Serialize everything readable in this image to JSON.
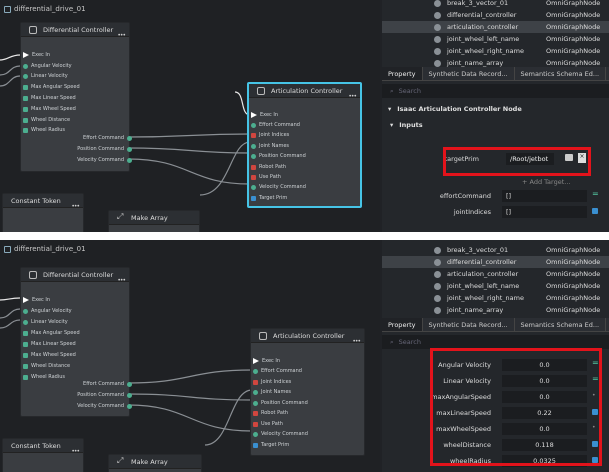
{
  "graph_title": "differential_drive_01",
  "diff_controller": {
    "title": "Differential Controller",
    "menu": "•••",
    "inputs": [
      "Exec In",
      "Angular Velocity",
      "Linear Velocity",
      "Max Angular Speed",
      "Max Linear Speed",
      "Max Wheel Speed",
      "Wheel Distance",
      "Wheel Radius"
    ],
    "outputs": [
      "Effort Command",
      "Position Command",
      "Velocity Command"
    ]
  },
  "art_controller": {
    "title": "Articulation Controller",
    "menu": "•••",
    "inputs": [
      "Exec In",
      "Effort Command",
      "Joint Indices",
      "Joint Names",
      "Position Command",
      "Robot Path",
      "Use Path",
      "Velocity Command",
      "Target Prim"
    ]
  },
  "constant_token": {
    "title": "Constant Token",
    "menu": "•••"
  },
  "make_array": {
    "title": "Make Array"
  },
  "stage_items_top": [
    {
      "name": "break_3_vector_01",
      "type": "OmniGraphNode"
    },
    {
      "name": "differential_controller",
      "type": "OmniGraphNode"
    },
    {
      "name": "articulation_controller",
      "type": "OmniGraphNode"
    },
    {
      "name": "joint_wheel_left_name",
      "type": "OmniGraphNode"
    },
    {
      "name": "joint_wheel_right_name",
      "type": "OmniGraphNode"
    },
    {
      "name": "joint_name_array",
      "type": "OmniGraphNode"
    }
  ],
  "stage_items_bottom": [
    {
      "name": "break_3_vector_01",
      "type": "OmniGraphNode"
    },
    {
      "name": "differential_controller",
      "type": "OmniGraphNode"
    },
    {
      "name": "articulation_controller",
      "type": "OmniGraphNode"
    },
    {
      "name": "joint_wheel_left_name",
      "type": "OmniGraphNode"
    },
    {
      "name": "joint_wheel_right_name",
      "type": "OmniGraphNode"
    },
    {
      "name": "joint_name_array",
      "type": "OmniGraphNode"
    }
  ],
  "tabs": [
    "Property",
    "Synthetic Data Record...",
    "Semantics Schema Ed..."
  ],
  "search_placeholder": "Search",
  "section_node": "Isaac Articulation Controller Node",
  "section_inputs": "Inputs",
  "target_prim": {
    "label": "targetPrim",
    "value": "/Root/jetbot",
    "add": "+ Add Target..."
  },
  "effort_command": {
    "label": "effortCommand",
    "value": "[]"
  },
  "joint_indices": {
    "label": "jointIndices",
    "value": "[]"
  },
  "diff_props": [
    {
      "label": "Angular Velocity",
      "value": "0.0",
      "mark": "eq"
    },
    {
      "label": "Linear Velocity",
      "value": "0.0",
      "mark": "eq"
    },
    {
      "label": "maxAngularSpeed",
      "value": "0.0",
      "mark": "x"
    },
    {
      "label": "maxLinearSpeed",
      "value": "0.22",
      "mark": "dot"
    },
    {
      "label": "maxWheelSpeed",
      "value": "0.0",
      "mark": "x"
    },
    {
      "label": "wheelDistance",
      "value": "0.118",
      "mark": "dot"
    },
    {
      "label": "wheelRadius",
      "value": "0.0325",
      "mark": "dot"
    }
  ],
  "colors": {
    "selection": "#46c4e6",
    "highlight": "#e3131b",
    "exec": "#ffffff",
    "float_port": "#4cae8f",
    "path_port": "#d0463f",
    "prim_port": "#3a8fd0"
  }
}
